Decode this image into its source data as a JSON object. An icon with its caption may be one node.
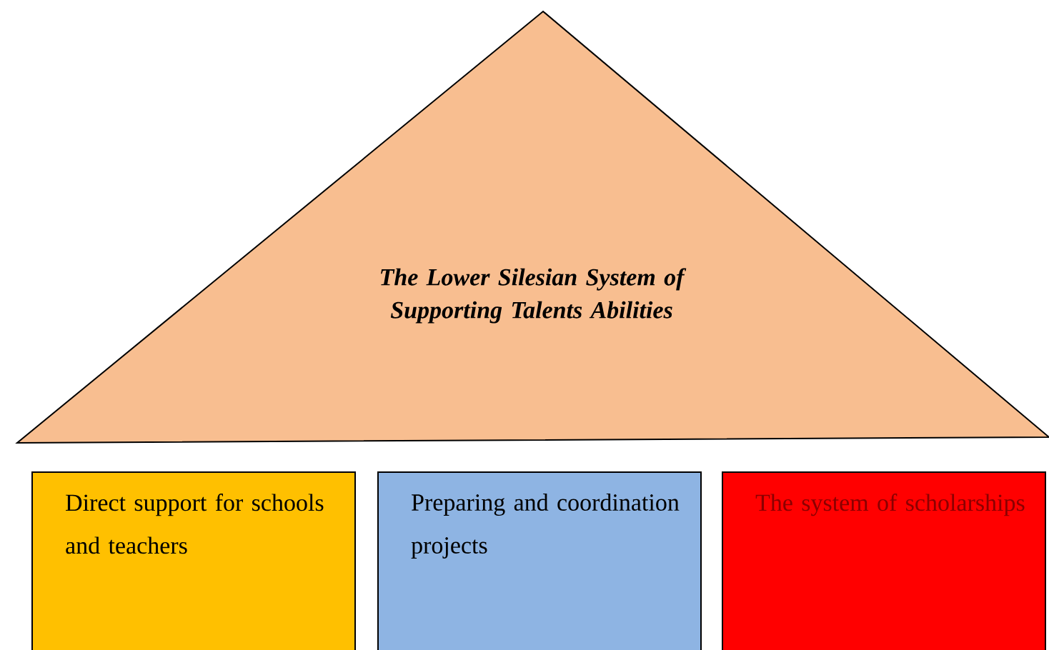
{
  "diagram": {
    "nodes": [
      {
        "text": [
          "The Lower Silesian System of Supporting Talents Abilities"
        ]
      },
      {
        "text": [
          "Direct support for schools and teachers"
        ]
      },
      {
        "text": [
          "Preparing and coordination projects"
        ]
      },
      {
        "text": [
          "The system of scholarships"
        ]
      }
    ]
  }
}
